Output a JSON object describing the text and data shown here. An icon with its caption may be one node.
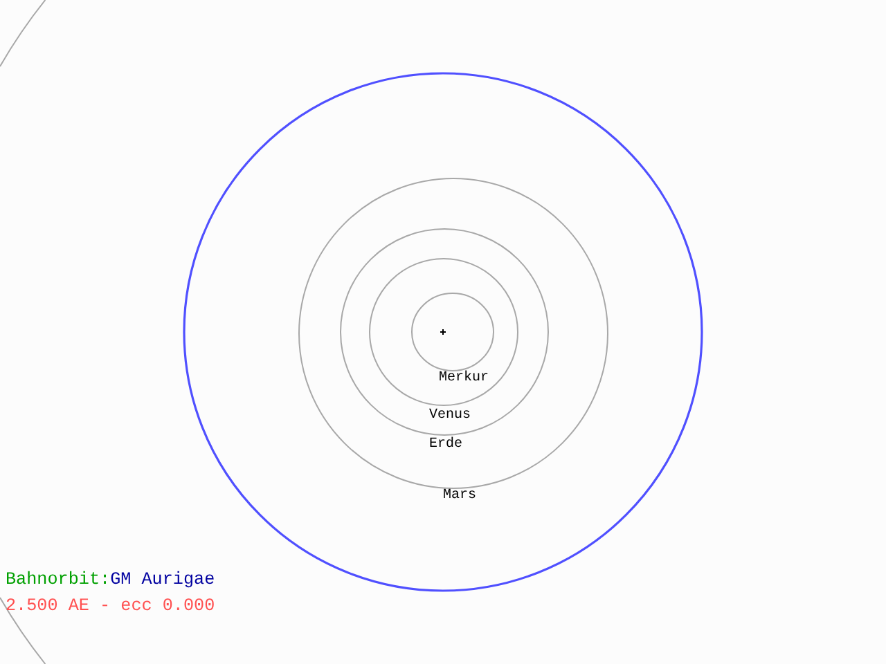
{
  "diagram": {
    "labels": [
      "Merkur",
      "Venus",
      "Erde",
      "Mars",
      "Bahnorbit:",
      "GM Aurigae",
      "2.500 AE - ecc 0.000"
    ]
  }
}
